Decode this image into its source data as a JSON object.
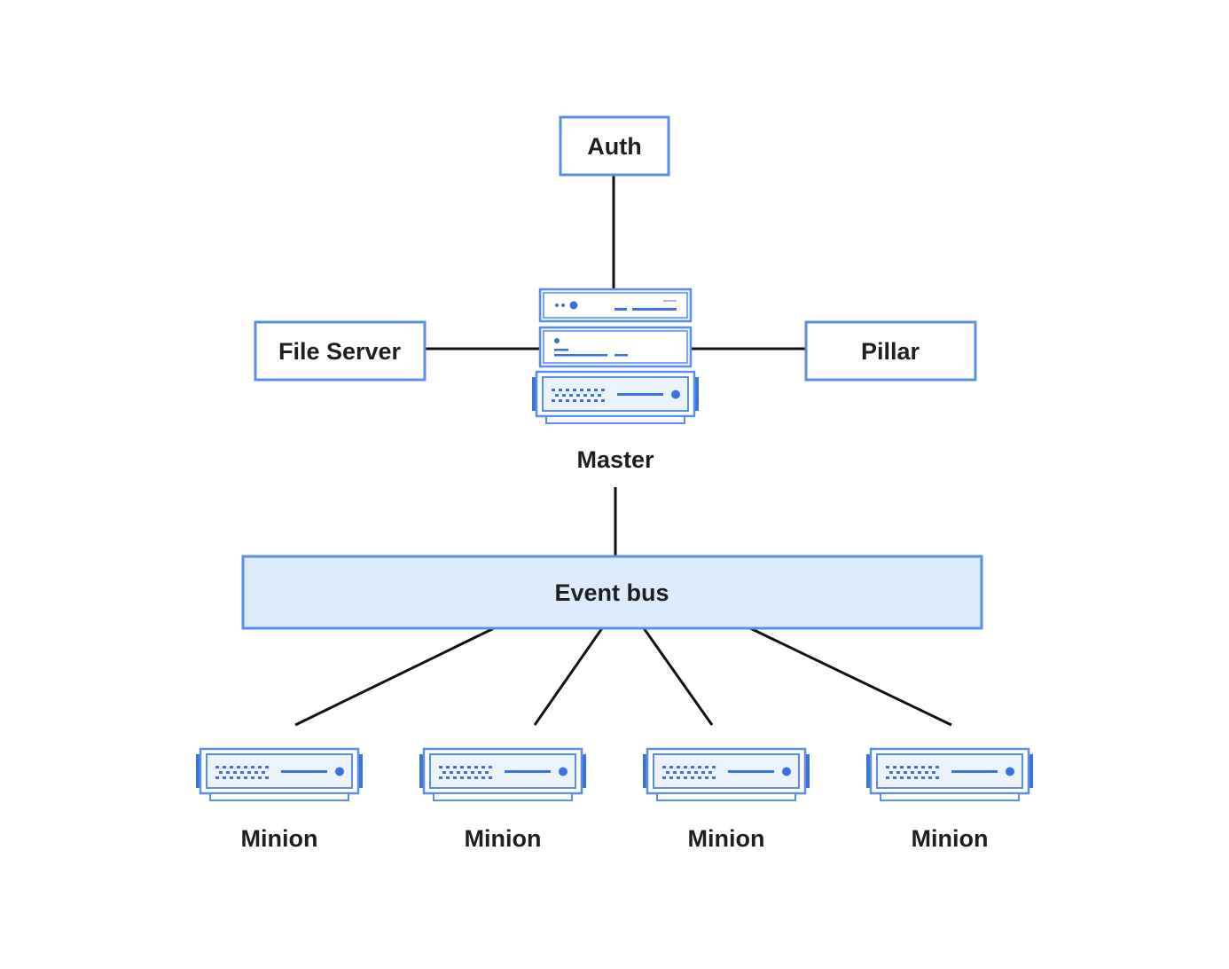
{
  "diagram": {
    "nodes": {
      "auth": {
        "label": "Auth",
        "shape": "box"
      },
      "file_server": {
        "label": "File Server",
        "shape": "box"
      },
      "pillar": {
        "label": "Pillar",
        "shape": "box"
      },
      "master": {
        "label": "Master",
        "shape": "server-stack-icon"
      },
      "event_bus": {
        "label": "Event bus",
        "shape": "bar"
      },
      "minions": [
        {
          "label": "Minion",
          "shape": "server-icon"
        },
        {
          "label": "Minion",
          "shape": "server-icon"
        },
        {
          "label": "Minion",
          "shape": "server-icon"
        },
        {
          "label": "Minion",
          "shape": "server-icon"
        }
      ]
    },
    "edges": [
      {
        "from": "auth",
        "to": "master"
      },
      {
        "from": "file_server",
        "to": "master"
      },
      {
        "from": "pillar",
        "to": "master"
      },
      {
        "from": "master",
        "to": "event_bus"
      },
      {
        "from": "event_bus",
        "to": "minion_1"
      },
      {
        "from": "event_bus",
        "to": "minion_2"
      },
      {
        "from": "event_bus",
        "to": "minion_3"
      },
      {
        "from": "event_bus",
        "to": "minion_4"
      }
    ],
    "colors": {
      "box_stroke": "#5b8ee6",
      "accent": "#3a72e0",
      "bar_fill": "#ddeafc",
      "device_fill": "#edf3fd",
      "edge": "#111111",
      "text": "#1f1f1f"
    }
  }
}
